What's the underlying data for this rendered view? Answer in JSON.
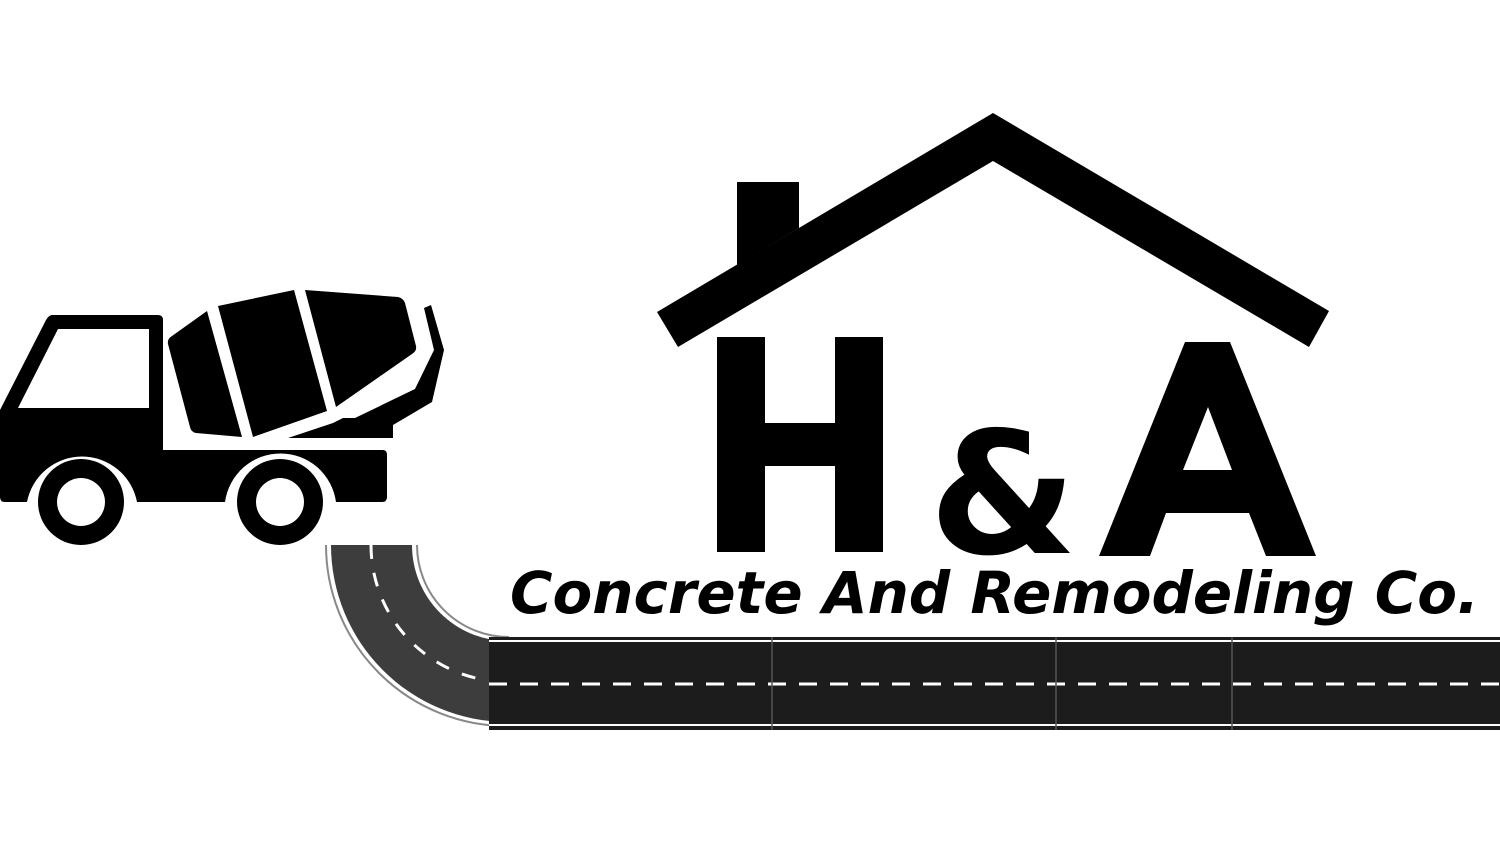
{
  "logo": {
    "letter_left": "H",
    "ampersand": "&",
    "letter_right": "A",
    "tagline": "Concrete And Remodeling Co."
  },
  "icons": {
    "truck": "cement-mixer-truck-icon",
    "house": "house-roof-icon",
    "road": "curved-road-icon"
  },
  "colors": {
    "ink": "#000000",
    "road_dark": "#1c1c1c",
    "road_curve": "#3d3d3d",
    "lane_mark": "#ffffff",
    "background": "#ffffff"
  }
}
